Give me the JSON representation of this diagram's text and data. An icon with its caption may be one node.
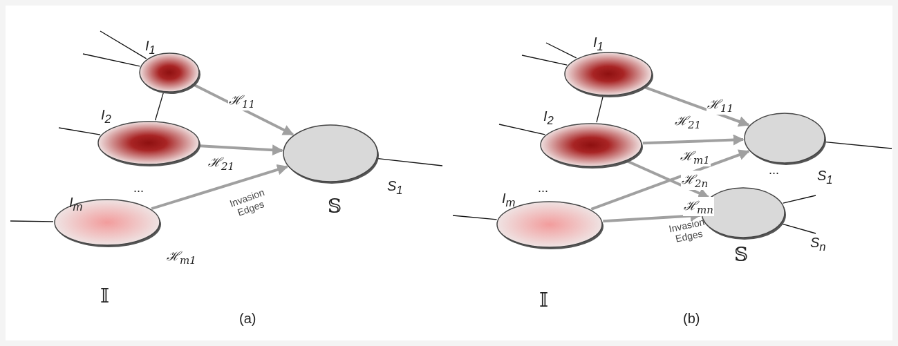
{
  "diagram": {
    "nodes": [
      {
        "text": [],
        "shape": "ellipse",
        "beside": [
          "I$_{1}$"
        ]
      },
      {
        "text": [],
        "shape": "ellipse",
        "beside": [
          "I$_{2}$"
        ]
      },
      {
        "text": [],
        "shape": "ellipse",
        "beside": [
          "I$_{m}$"
        ]
      },
      {
        "text": [],
        "shape": "ellipse",
        "beside": [
          "S$_{1}$"
        ]
      },
      {
        "text": [],
        "shape": "ellipse",
        "beside": [
          "I$_{1}$"
        ]
      },
      {
        "text": [],
        "shape": "ellipse",
        "beside": [
          "I$_{2}$"
        ]
      },
      {
        "text": [],
        "shape": "ellipse",
        "beside": [
          "I$_{m}$"
        ]
      },
      {
        "text": [],
        "shape": "ellipse",
        "beside": [
          "S$_{1}$"
        ]
      },
      {
        "text": [],
        "shape": "ellipse",
        "beside": [
          "S$_{n}$"
        ]
      }
    ],
    "edges": [
      {
        "from": 0,
        "to": null,
        "arrow": "none"
      },
      {
        "from": 0,
        "to": null,
        "arrow": "none"
      },
      {
        "from": 0,
        "to": 1,
        "arrow": "none"
      },
      {
        "from": 1,
        "to": null,
        "arrow": "none"
      },
      {
        "from": 2,
        "to": null,
        "arrow": "none"
      },
      {
        "from": 3,
        "to": null,
        "arrow": "none"
      },
      {
        "from": 0,
        "to": 3,
        "arrow": "to",
        "label": "ℋ$_{11}$",
        "style": "thick",
        "color": "#a0a0a0"
      },
      {
        "from": 1,
        "to": 3,
        "arrow": "to",
        "label": "ℋ$_{21}$",
        "style": "thick",
        "color": "#a0a0a0"
      },
      {
        "from": 2,
        "to": 3,
        "arrow": "to",
        "label": "ℋ$_{m1}$",
        "style": "thick",
        "color": "#a0a0a0"
      },
      {
        "from": 4,
        "to": null,
        "arrow": "none"
      },
      {
        "from": 4,
        "to": null,
        "arrow": "none"
      },
      {
        "from": 4,
        "to": 5,
        "arrow": "none"
      },
      {
        "from": 5,
        "to": null,
        "arrow": "none"
      },
      {
        "from": 6,
        "to": null,
        "arrow": "none"
      },
      {
        "from": 7,
        "to": null,
        "arrow": "none"
      },
      {
        "from": 8,
        "to": null,
        "arrow": "none"
      },
      {
        "from": 8,
        "to": null,
        "arrow": "none"
      },
      {
        "from": 4,
        "to": 7,
        "arrow": "to",
        "label": "ℋ$_{11}$",
        "style": "thick",
        "color": "#a0a0a0"
      },
      {
        "from": 5,
        "to": 7,
        "arrow": "to",
        "label": "ℋ$_{21}$",
        "style": "thick",
        "color": "#a0a0a0"
      },
      {
        "from": 6,
        "to": 7,
        "arrow": "to",
        "label": "ℋ$_{m1}$",
        "style": "thick",
        "color": "#a0a0a0"
      },
      {
        "from": 5,
        "to": 8,
        "arrow": "to",
        "label": "ℋ$_{2n}$",
        "style": "thick",
        "color": "#a0a0a0"
      },
      {
        "from": 6,
        "to": 8,
        "arrow": "to",
        "label": "ℋ$_{mn}$",
        "style": "thick",
        "color": "#a0a0a0"
      }
    ],
    "labels": [
      "...",
      "Invasion Edges",
      "𝕀",
      "𝕊",
      "...",
      "...",
      "Invasion Edges",
      "𝕀",
      "𝕊",
      "(a)",
      "(b)"
    ]
  }
}
